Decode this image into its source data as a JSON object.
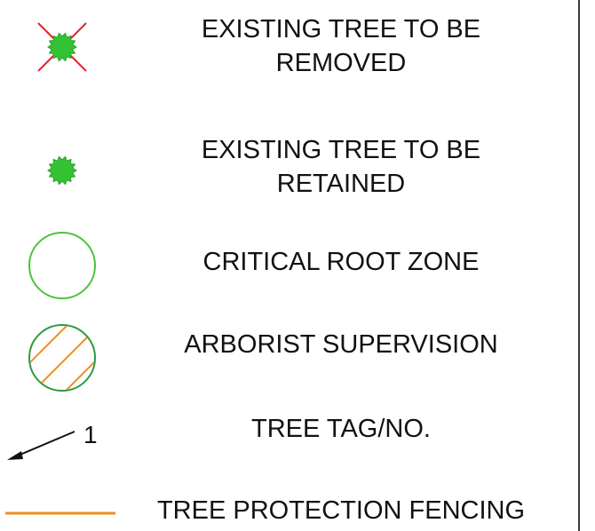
{
  "legend": {
    "items": [
      {
        "symbol": "removed-tree-icon",
        "lines": [
          "EXISTING TREE TO BE",
          "REMOVED"
        ]
      },
      {
        "symbol": "retained-tree-icon",
        "lines": [
          "EXISTING TREE TO BE",
          "RETAINED"
        ]
      },
      {
        "symbol": "root-zone-circle-icon",
        "lines": [
          "CRITICAL ROOT ZONE"
        ]
      },
      {
        "symbol": "hatched-circle-icon",
        "lines": [
          "ARBORIST SUPERVISION"
        ]
      },
      {
        "symbol": "tag-arrow-icon",
        "tag_number": "1",
        "lines": [
          "TREE TAG/NO."
        ]
      },
      {
        "symbol": "fence-line-icon",
        "lines": [
          "TREE PROTECTION FENCING"
        ]
      }
    ]
  },
  "colors": {
    "tree_fill": "#33c233",
    "remove_cross": "#e8262a",
    "root_zone_stroke": "#4cc43c",
    "hatch_circle_stroke": "#2e9a44",
    "hatch_lines": "#f08c24",
    "fence_line": "#f08c24",
    "text": "#111111"
  }
}
